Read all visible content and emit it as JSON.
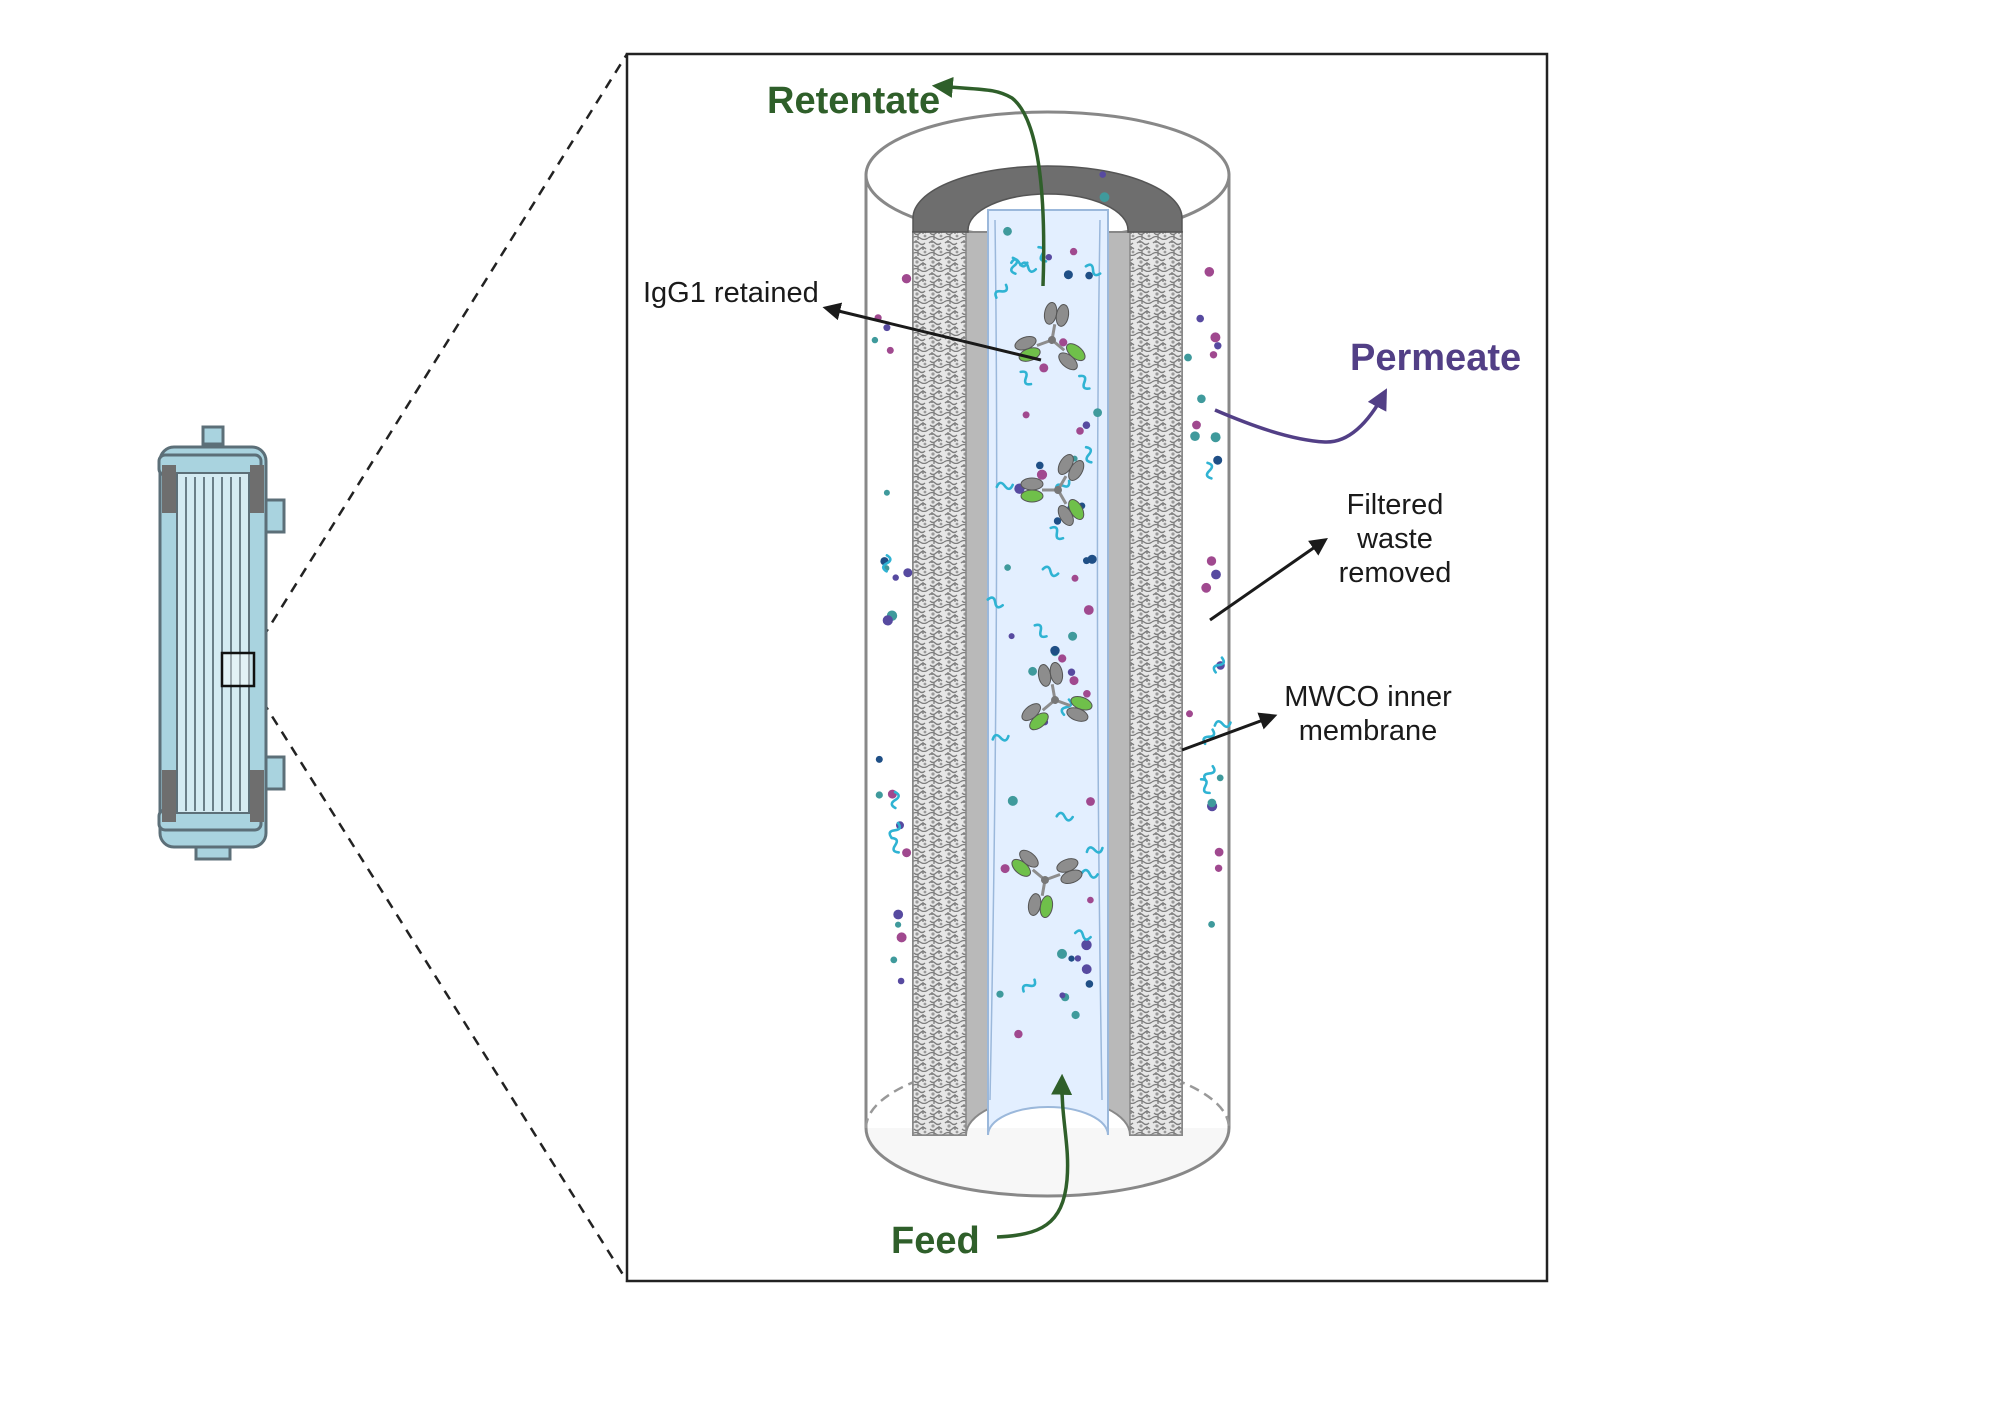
{
  "labels": {
    "retentate": "Retentate",
    "permeate": "Permeate",
    "feed": "Feed",
    "igg1": "IgG1 retained",
    "filtered_waste": "Filtered waste removed",
    "mwco": "MWCO inner membrane"
  },
  "colors": {
    "green_arrow": "#2f5f2a",
    "purple_arrow": "#523f86",
    "lumen": "#e3efff",
    "membrane_core": "#b9b9b9",
    "cap_dark": "#6e6e6e",
    "shell_outline": "#888888",
    "module_body": "#a9d3df",
    "module_outline": "#5c6f78",
    "particle_teal": "#3f9a9c",
    "particle_navy": "#1f4f86",
    "particle_magenta": "#a0498f",
    "particle_purple": "#574aa0",
    "squiggle": "#2fb3d3",
    "antibody_green": "#6fc04a",
    "antibody_gray": "#8d8d8d"
  }
}
